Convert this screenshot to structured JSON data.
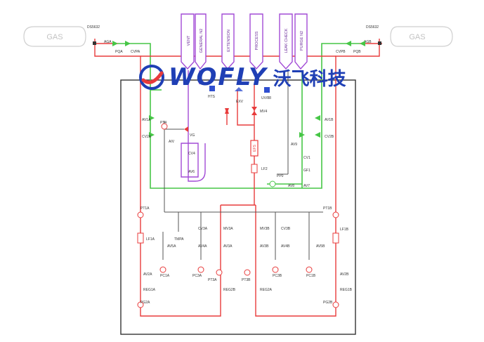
{
  "logo": {
    "brand": "WOFLY",
    "brand_cn": "沃飞科技"
  },
  "cylinders": {
    "left_label": "GAS",
    "right_label": "GAS",
    "left_model": "DS5632",
    "right_model": "DS5632"
  },
  "vent_labels": [
    "VENT",
    "GENERAL N2",
    "EXTENSION",
    "PROCESS",
    "LEAK CHECK",
    "PURGE N2"
  ],
  "components": {
    "aga": "AGA",
    "pqa": "PQA",
    "cvpa": "CVPA",
    "cvpb": "CVPB",
    "pqb": "PQB",
    "agb": "AGB",
    "hts": "HTS",
    "exv": "EXV",
    "uv": "UV/88",
    "av1a": "AV1A",
    "cv2a": "CV2A",
    "pt4": "PT4",
    "aiv": "AIV",
    "vg": "VG",
    "cv4": "CV4",
    "av6": "AV6",
    "mv4": "MV4",
    "efs": "EFS",
    "lf2": "LF2",
    "av1b": "AV1B",
    "cv2b": "CV2B",
    "av9": "AV9",
    "cv1": "CV1",
    "gf1": "GF1",
    "pp0": "PP0",
    "av8": "AV8",
    "av7": "AV7",
    "pt1a": "PT1A",
    "pt1b": "PT1B",
    "lf1a": "LF1A",
    "lf1b": "LF1B",
    "tmpa": "TMPA",
    "cv3a": "CV3A",
    "mv3a": "MV3A",
    "mv3b": "MV3B",
    "cv3b": "CV3B",
    "av5a": "AV5A",
    "av4a": "AV4A",
    "av3a": "AV3A",
    "av3b": "AV3B",
    "av4b": "AV4B",
    "av5b": "AV5B",
    "pc1a": "PC1A",
    "pc3a": "PC3A",
    "pc3b": "PC3B",
    "pc1b": "PC1B",
    "av2a": "AV2A",
    "pt3a": "PT3A",
    "pt3b": "PT3B",
    "av2b": "AV2B",
    "reg1a": "REG1A",
    "reg2b": "REG2B",
    "reg2a": "REG2A",
    "reg1b": "REG1B",
    "pg2a": "PG2A",
    "pg2b": "PG2B"
  },
  "colors": {
    "red": "#e83b3b",
    "green": "#46c646",
    "purple": "#a24bd6",
    "blue": "#2f4fd0",
    "gray": "#9a9a9a",
    "dark": "#333333"
  }
}
